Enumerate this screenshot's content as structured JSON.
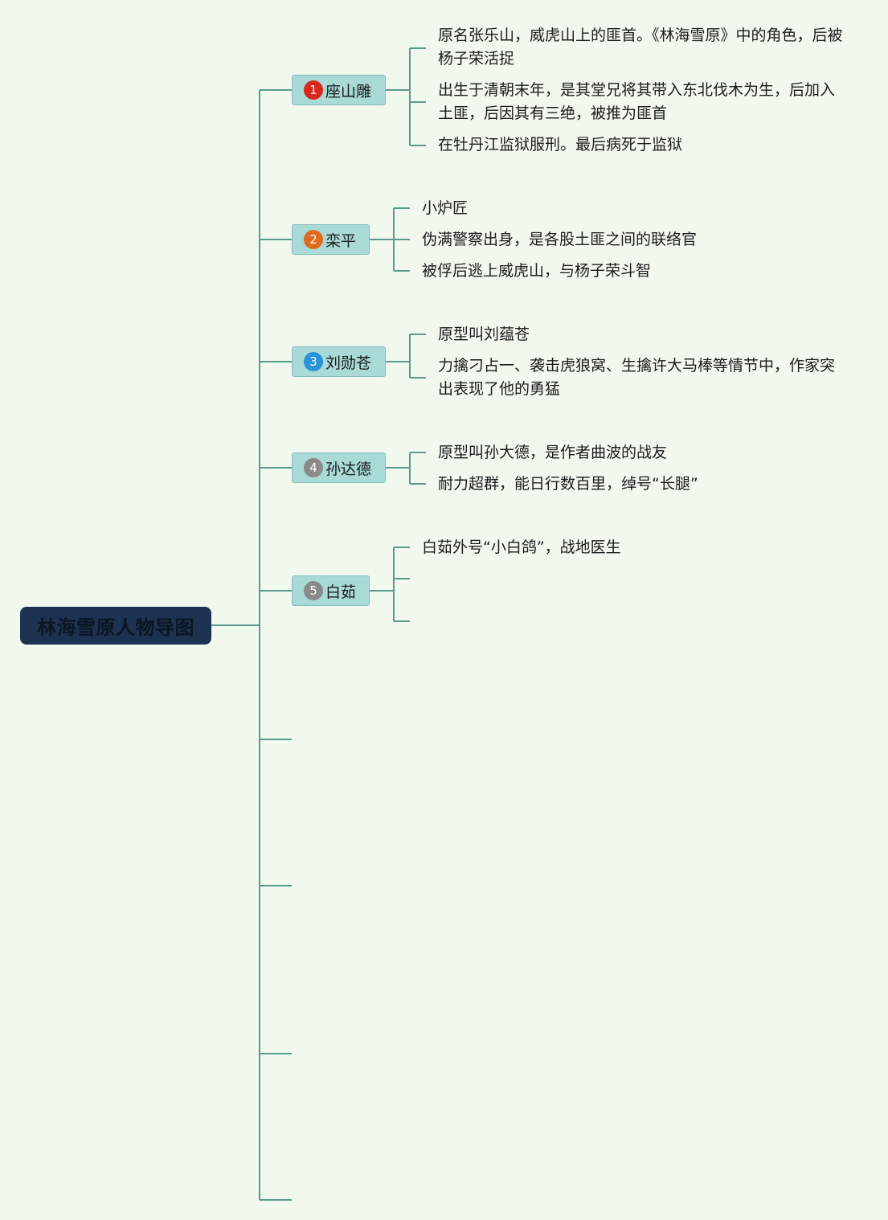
{
  "root": {
    "title": "林海雪原人物导图"
  },
  "colors": {
    "line": "#5a9a8c",
    "root_bg": "#1d3150",
    "node_bg": "#a9dad8",
    "node_border": "#86bdba",
    "background": "#f1f8ee"
  },
  "characters": [
    {
      "index": "1",
      "name": "座山雕",
      "badge_color": "#d8281e",
      "notes": [
        "原名张乐山，威虎山上的匪首。《林海雪原》中的角色，后被杨子荣活捉",
        "出生于清朝末年，是其堂兄将其带入东北伐木为生，后加入土匪，后因其有三绝，被推为匪首",
        "在牡丹江监狱服刑。最后病死于监狱"
      ]
    },
    {
      "index": "2",
      "name": "栾平",
      "badge_color": "#e06a1e",
      "notes": [
        "小炉匠",
        "伪满警察出身，是各股土匪之间的联络官",
        "被俘后逃上威虎山，与杨子荣斗智"
      ]
    },
    {
      "index": "3",
      "name": "刘勋苍",
      "badge_color": "#2a92d6",
      "notes": [
        "原型叫刘蕴苍",
        "力擒刁占一、袭击虎狼窝、生擒许大马棒等情节中，作家突出表现了他的勇猛"
      ]
    },
    {
      "index": "4",
      "name": "孙达德",
      "badge_color": "#8a8a8a",
      "notes": [
        "原型叫孙大德，是作者曲波的战友",
        "耐力超群，能日行数百里，绰号“长腿”"
      ]
    },
    {
      "index": "5",
      "name": "白茹",
      "badge_color": "#8a8a8a",
      "notes": [
        "白茹外号“小白鸽”，战地医生",
        "",
        ""
      ]
    }
  ]
}
